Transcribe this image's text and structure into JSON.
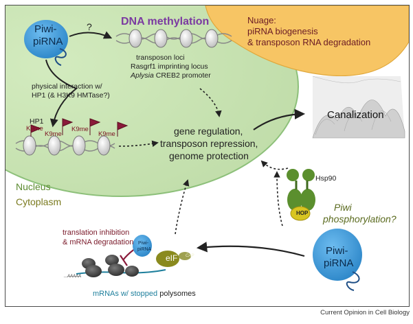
{
  "nucleus_label": "Nucleus",
  "cytoplasm_label": "Cytoplasm",
  "nuage": {
    "title": "Nuage:",
    "line1": "piRNA biogenesis",
    "line2": "& transposon RNA degradation"
  },
  "piwi_complex": {
    "line1": "Piwi-",
    "line2": "piRNA"
  },
  "question_mark": "?",
  "dna_methylation": {
    "title": "DNA methylation",
    "line1": "transposon loci",
    "line2": "Rasgrf1 imprinting locus",
    "line3_italic": "Aplysia",
    "line3_rest": " CREB2 promoter"
  },
  "physical_interaction": {
    "line1": "physical interaction w/",
    "line2": "HP1 (& H3K9 HMTase?)"
  },
  "chromatin": {
    "hp1": "HP1",
    "k9me": [
      "K9me",
      "K9me",
      "K9me",
      "K9me"
    ]
  },
  "center_text": {
    "line1": "gene regulation,",
    "line2": "transposon repression,",
    "line3": "genome protection"
  },
  "canalization": "Canalization",
  "hsp90": "Hsp90",
  "hop": "HOP",
  "piwi_phosphorylation": {
    "line1": "Piwi",
    "line2": "phosphorylation?"
  },
  "translation": {
    "line1": "translation inhibition",
    "line2": "& mRNA degradation"
  },
  "eif": "eIF",
  "cap": "CAP",
  "poly_a": "...AAAAA",
  "mrnas": {
    "part1": "mRNAs w/ stopped",
    "part2": " polysomes"
  },
  "footer": "Current Opinion in Cell Biology",
  "colors": {
    "nucleus": "#c8e3b0",
    "nucleus_border": "#8dc07a",
    "nuage": "#f7c564",
    "piwi": "#3e9ddd",
    "dna_title": "#7b3aa1",
    "dark_red": "#7a1a2a",
    "k9me": "#7a1020",
    "green_text": "#5a8a2e",
    "olive_text": "#7a7a1e",
    "hsp90": "#5b8f2e",
    "hop": "#d8c521",
    "mrna_blue": "#1e7f9c"
  }
}
